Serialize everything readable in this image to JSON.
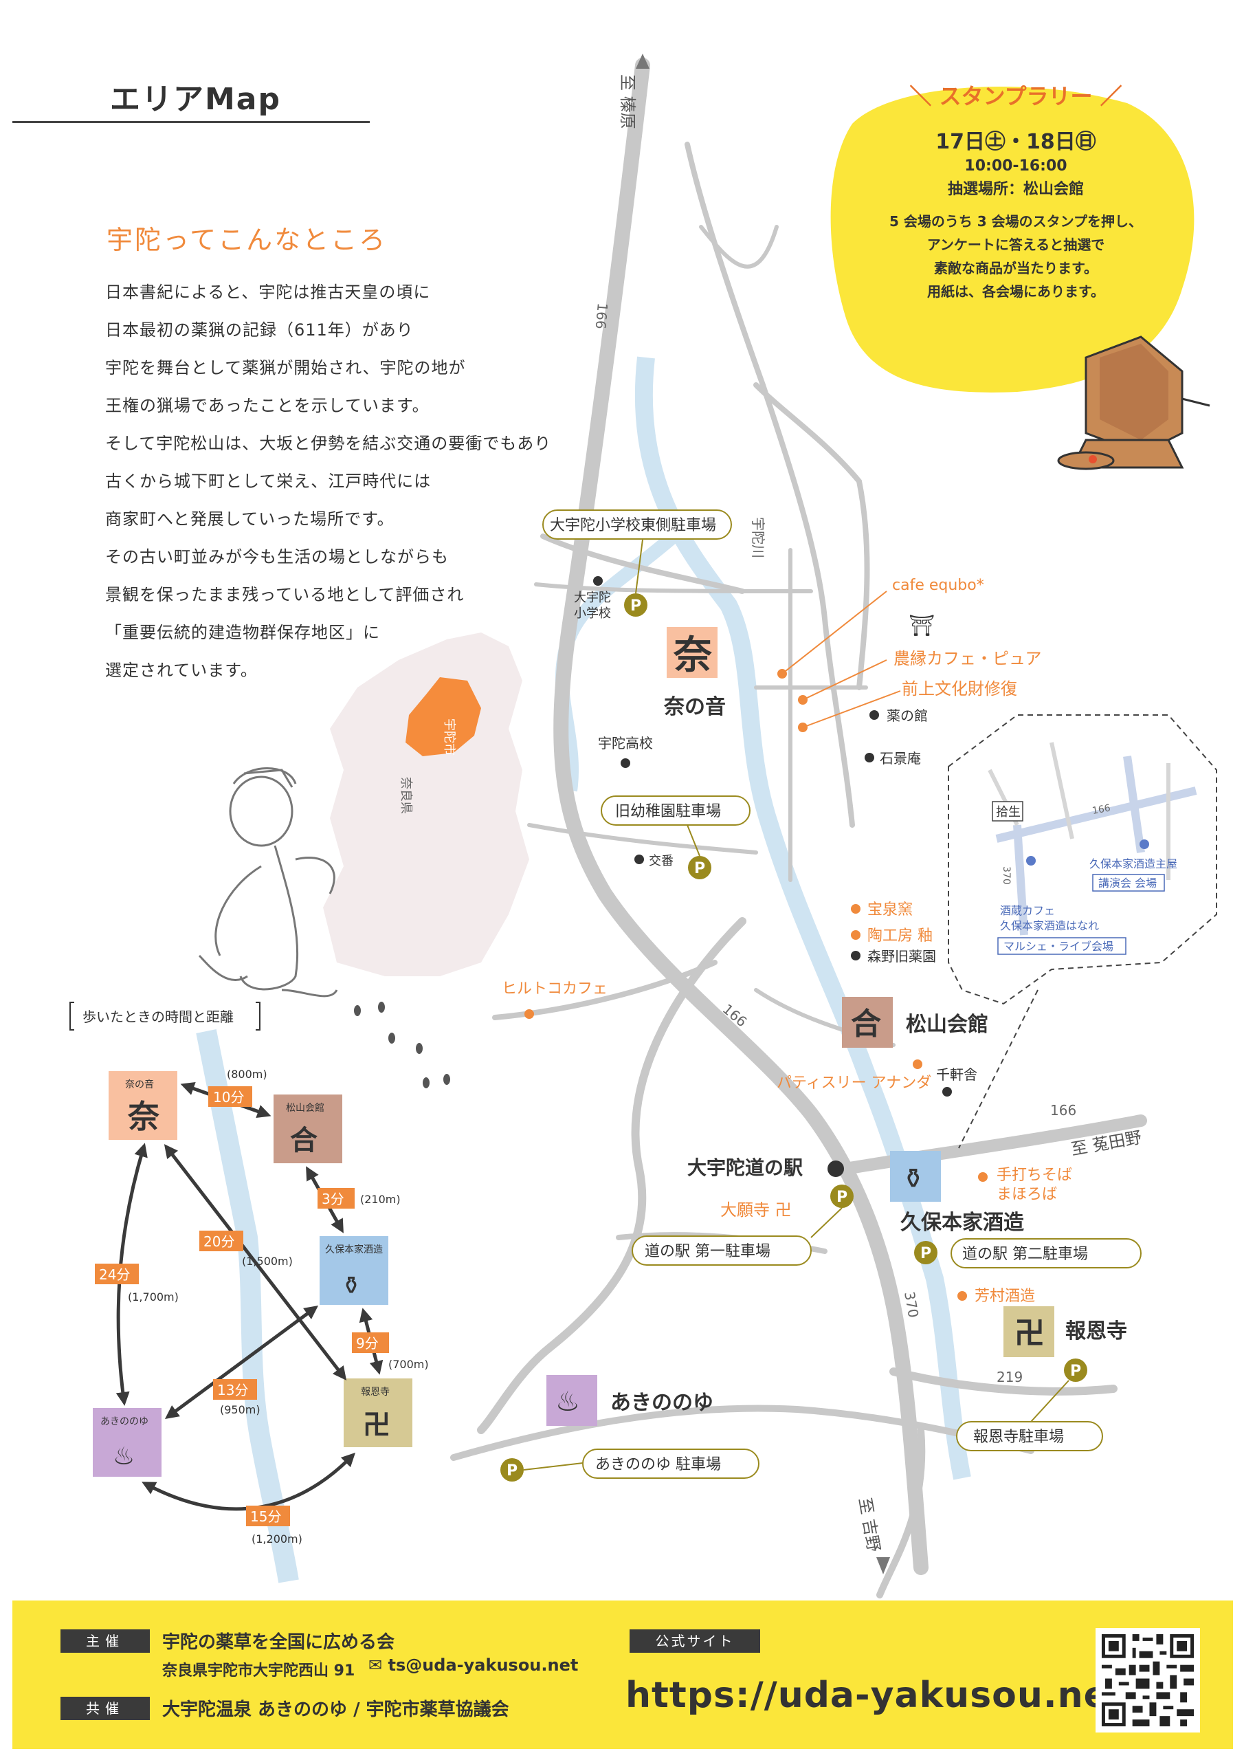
{
  "header": {
    "title": "エリアMap"
  },
  "intro": {
    "title": "宇陀ってこんなところ",
    "lines": [
      "日本書紀によると、宇陀は推古天皇の頃に",
      "日本最初の薬猟の記録（611年）があり",
      "宇陀を舞台として薬猟が開始され、宇陀の地が",
      "王権の猟場であったことを示しています。",
      "そして宇陀松山は、大坂と伊勢を結ぶ交通の要衝でもあり",
      "古くから城下町として栄え、江戸時代には",
      "商家町へと発展していった場所です。",
      "その古い町並みが今も生活の場としながらも",
      "景観を保ったまま残っている地として評価され",
      "「重要伝統的建造物群保存地区」に",
      "選定されています。"
    ],
    "nara_city": "宇陀市",
    "nara_pref": "奈良県"
  },
  "stamp": {
    "title": "＼ スタンプラリー ／",
    "date": "17日㊏・18日㊐",
    "time": "10:00-16:00",
    "place": "抽選場所：松山会館",
    "desc": [
      "5 会場のうち 3 会場のスタンプを押し、",
      "アンケートに答えると抽選で",
      "素敵な商品が当たります。",
      "用紙は、各会場にあります。"
    ]
  },
  "walk": {
    "title": "歩いたときの時間と距離",
    "venues": {
      "naone": "奈の音",
      "naone_mark": "奈",
      "matsuyama": "松山会館",
      "kubomoto": "久保本家酒造",
      "hoonji": "報恩寺",
      "akinonoyu": "あきののゆ"
    },
    "routes": [
      {
        "time": "10分",
        "dist": "(800m)"
      },
      {
        "time": "3分",
        "dist": "(210m)"
      },
      {
        "time": "20分",
        "dist": "(1,500m)"
      },
      {
        "time": "24分",
        "dist": "(1,700m)"
      },
      {
        "time": "9分",
        "dist": "(700m)"
      },
      {
        "time": "13分",
        "dist": "(950m)"
      },
      {
        "time": "15分",
        "dist": "(1,200m)"
      }
    ]
  },
  "map": {
    "directions": {
      "north": "至 榛原",
      "east": "至 菟田野",
      "south": "至 吉野"
    },
    "roads": {
      "r166a": "166",
      "r166b": "166",
      "r166c": "166",
      "r370": "370",
      "r219": "219"
    },
    "river": "宇陀川",
    "schools": {
      "elem": "大宇陀小学校",
      "high": "宇陀高校",
      "koban": "交番"
    },
    "parking": {
      "east_school": "大宇陀小学校東側駐車場",
      "kindergarten": "旧幼稚園駐車場",
      "michinoeki1": "道の駅 第一駐車場",
      "michinoeki2": "道の駅 第二駐車場",
      "hoonji": "報恩寺駐車場",
      "akinonoyu": "あきののゆ 駐車場"
    },
    "venues": {
      "naone": "奈の音",
      "naone_mark": "奈",
      "matsuyama": "松山会館",
      "kubomoto": "久保本家酒造",
      "hoonji": "報恩寺",
      "akinonoyu": "あきののゆ",
      "michinoeki": "大宇陀道の駅"
    },
    "spots": {
      "cafe_equbo": "cafe equbo*",
      "torii": "⛩",
      "noen": "農縁カフェ・ピュア",
      "maegami": "前上文化財修復",
      "kusuri": "薬の館",
      "sekkei": "石景庵",
      "hosengama": "宝泉窯",
      "yu": "陶工房 釉",
      "morino": "森野旧薬園",
      "hirutoko": "ヒルトコカフェ",
      "ananda": "パティスリー アナンダ",
      "senken": "千軒舎",
      "soba": "手打ちそば",
      "soba2": "まほろば",
      "daiganji": "大願寺 卍",
      "hojun": "芳村酒造"
    },
    "inset": {
      "shusei": "拾生",
      "r166": "166",
      "r370": "370",
      "kubo_main": "久保本家酒造主屋",
      "lecture": "講演会 会場",
      "cafe1": "酒蔵カフェ",
      "cafe2": "久保本家酒造はなれ",
      "marche": "マルシェ・ライブ会場"
    }
  },
  "footer": {
    "host_label": "主催",
    "host_name": "宇陀の薬草を全国に広める会",
    "address": "奈良県宇陀市大宇陀西山 91",
    "email": "✉ ts@uda-yakusou.net",
    "co_label": "共催",
    "co_name": "大宇陀温泉 あきののゆ / 宇陀市薬草協議会",
    "site_label": "公式サイト",
    "url": "https://uda-yakusou.net"
  },
  "colors": {
    "orange": "#f08a3c",
    "yellow": "#fbe63a",
    "olive": "#8a8a1a",
    "river": "#cfe4f2",
    "road": "#c4c4c4"
  }
}
